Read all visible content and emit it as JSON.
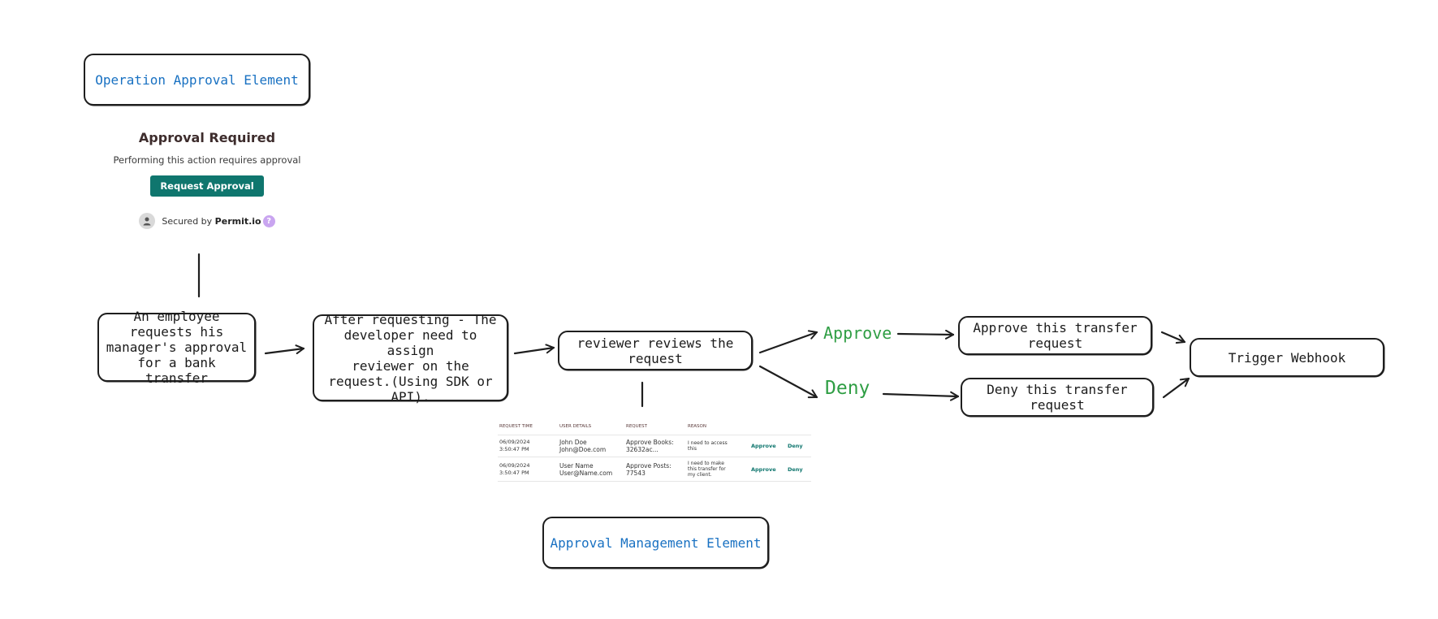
{
  "diagram": {
    "operation_element_title": "Operation Approval Element",
    "approval_management_title": "Approval Management Element",
    "steps": {
      "employee_request": "An employee\nrequests his\nmanager's approval\nfor a bank transfer",
      "developer_assign": "After requesting - The\ndeveloper need to assign\nreviewer on the\nrequest.(Using SDK or\nAPI).",
      "reviewer_reviews": "reviewer reviews the\nrequest",
      "approve_transfer": "Approve this transfer\nrequest",
      "deny_transfer": "Deny this transfer\nrequest",
      "trigger_webhook": "Trigger Webhook"
    },
    "branches": {
      "approve": "Approve",
      "deny": "Deny"
    },
    "colors": {
      "element_title": "#1971c2",
      "branch_label": "#2f9e44",
      "stroke": "#1e1e1e",
      "primary_button": "#0f766e"
    }
  },
  "approval_widget": {
    "title": "Approval Required",
    "subtitle": "Performing this action requires approval",
    "button_label": "Request Approval",
    "secured_prefix": "Secured by",
    "brand": "Permit.io",
    "help_glyph": "?"
  },
  "approvals_table": {
    "columns": [
      "REQUEST TIME",
      "USER DETAILS",
      "REQUEST",
      "REASON"
    ],
    "rows": [
      {
        "time": "06/09/2024\n3:50:47 PM",
        "user": "John Doe\nJohn@Doe.com",
        "request": "Approve Books:\n32632ac...",
        "reason": "I need to access\nthis",
        "approve_label": "Approve",
        "deny_label": "Deny"
      },
      {
        "time": "06/09/2024\n3:50:47 PM",
        "user": "User Name\nUser@Name.com",
        "request": "Approve Posts:\n77543",
        "reason": "I need to make\nthis transfer for\nmy client.",
        "approve_label": "Approve",
        "deny_label": "Deny"
      }
    ]
  }
}
